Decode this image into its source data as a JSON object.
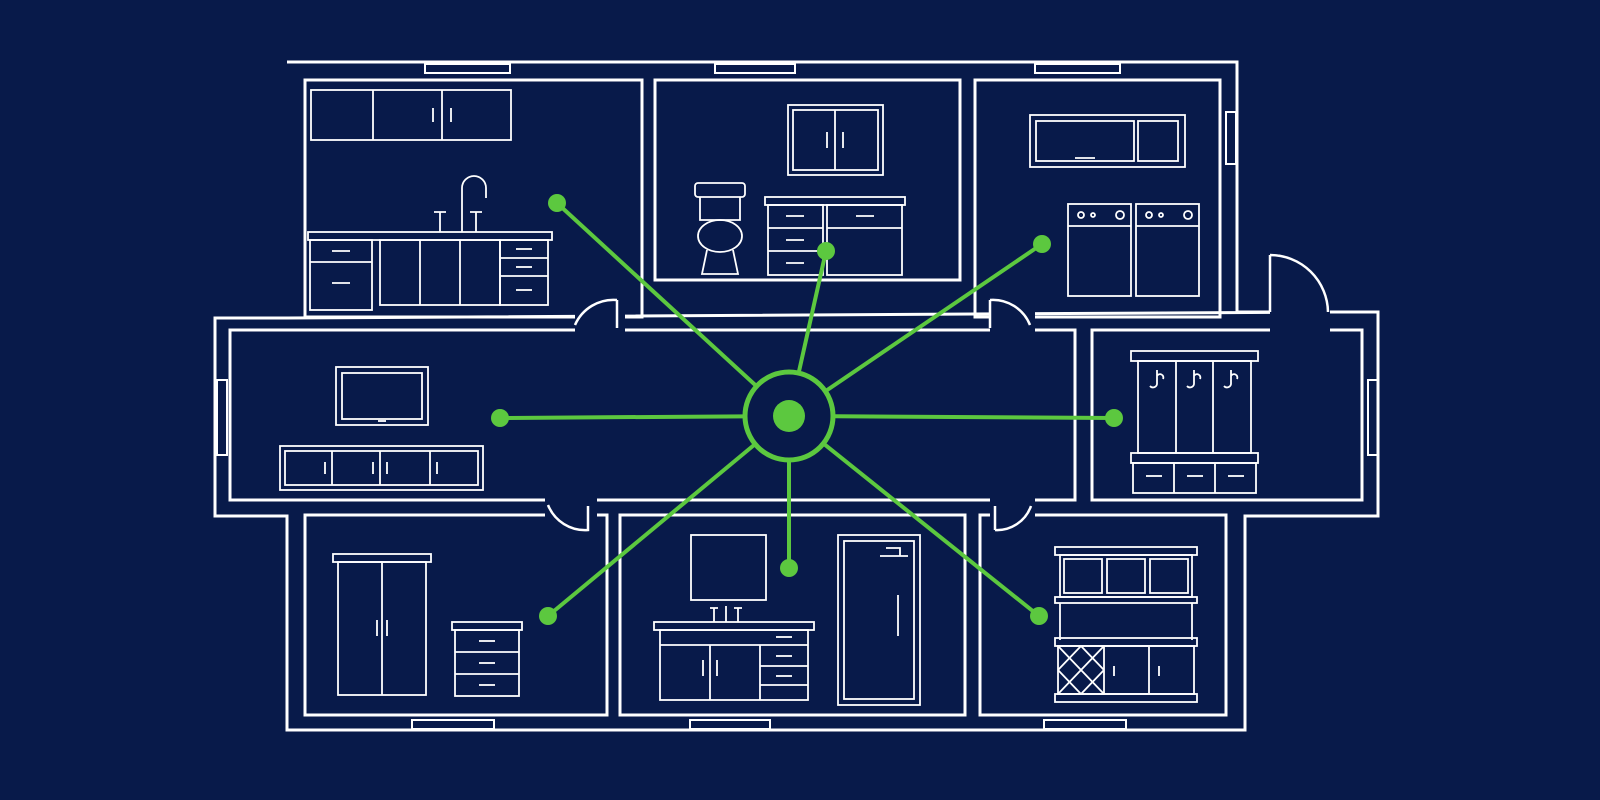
{
  "colors": {
    "background": "#081a4a",
    "line": "#ffffff",
    "accent": "#5cc83f"
  },
  "hub": {
    "label": ""
  },
  "rooms": [
    {
      "id": "kitchen",
      "icon": "kitchen-sink-cabinets-icon"
    },
    {
      "id": "bathroom-top",
      "icon": "toilet-vanity-icon"
    },
    {
      "id": "laundry",
      "icon": "washer-dryer-icon"
    },
    {
      "id": "living-room",
      "icon": "tv-console-icon"
    },
    {
      "id": "mudroom",
      "icon": "coat-hooks-bench-icon"
    },
    {
      "id": "bedroom",
      "icon": "wardrobe-dresser-icon"
    },
    {
      "id": "bathroom-bottom",
      "icon": "vanity-shower-icon"
    },
    {
      "id": "dining",
      "icon": "hutch-wine-rack-icon"
    }
  ]
}
